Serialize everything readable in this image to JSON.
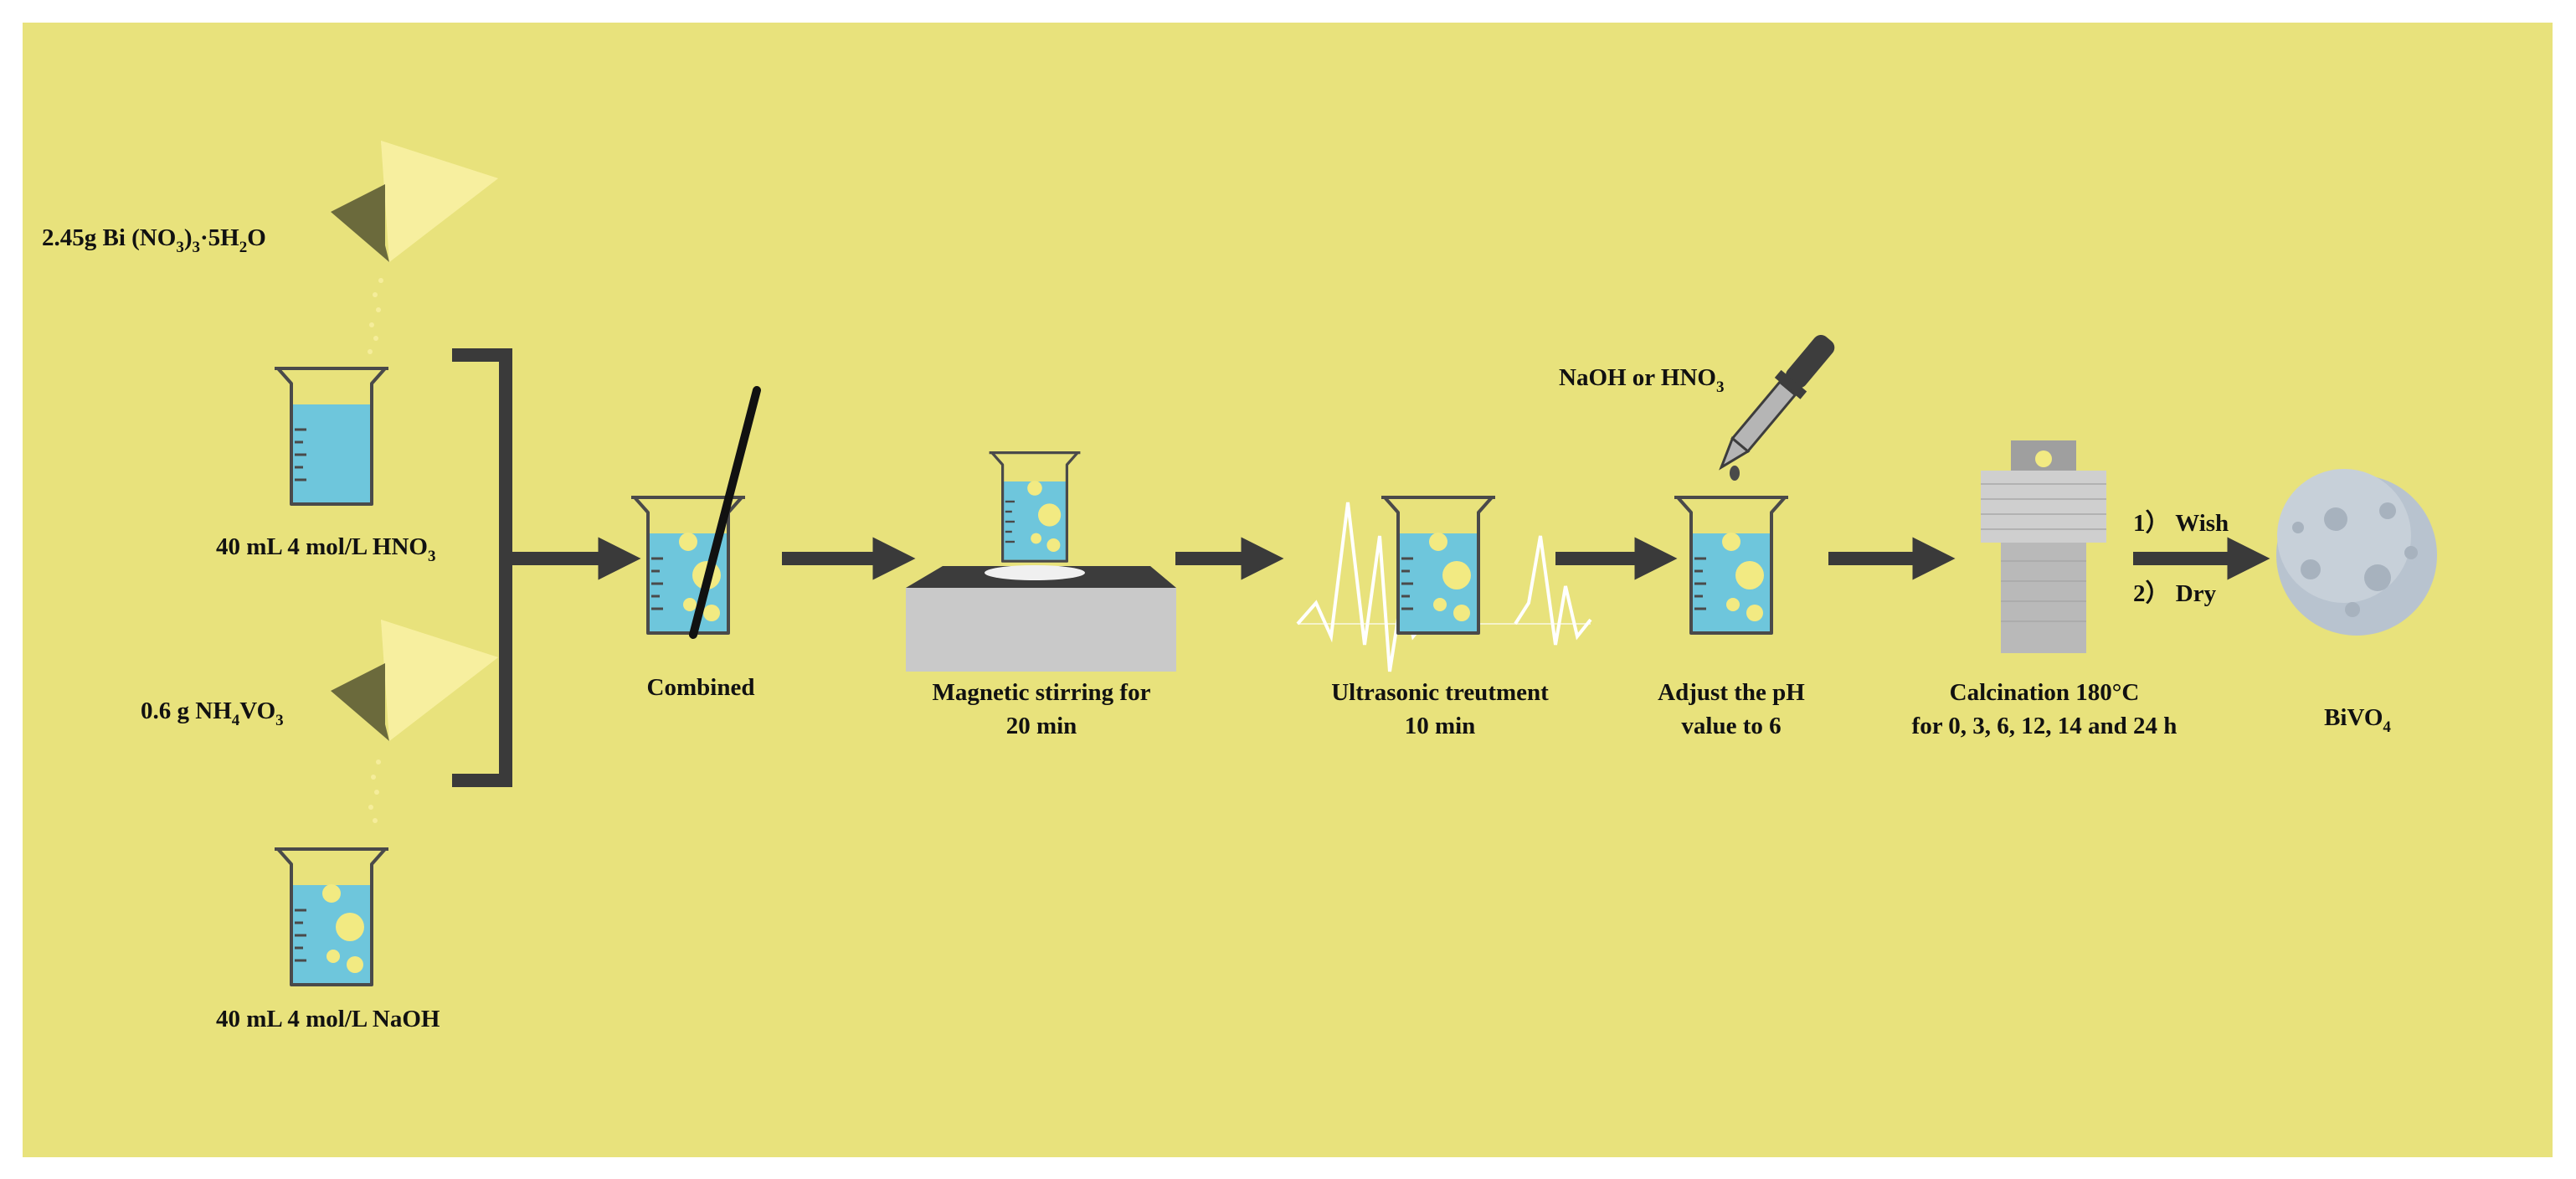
{
  "colors": {
    "background": "#e8e27c",
    "liquid": "#6ec6dc",
    "bubble": "#f2ea82",
    "arrow": "#3a3a3a",
    "funnel": "#f7ef9f",
    "funnel_tip": "#6b6a3c"
  },
  "icons": [
    "beaker-icon",
    "funnel-icon",
    "stir-rod-icon",
    "magnetic-stirrer-icon",
    "ultrasonic-wave-icon",
    "dropper-icon",
    "autoclave-icon",
    "bivo4-particle-icon",
    "arrow-icon"
  ],
  "reagents": {
    "bi_salt": {
      "main": "2.45g Bi (NO",
      "sub1": "3",
      "mid": ")",
      "sub2": "3",
      "tail": "·5H",
      "sub3": "2",
      "end": "O"
    },
    "hno3_solution": {
      "main": "40 mL 4 mol/L HNO",
      "sub": "3"
    },
    "nh4vo3": {
      "pre": "0.6 g NH",
      "sub1": "4",
      "mid": "VO",
      "sub2": "3"
    },
    "naoh_solution": "40 mL 4 mol/L NaOH"
  },
  "steps": {
    "combined": "Combined",
    "stirring": {
      "line1": "Magnetic stirring for",
      "line2": "20 min"
    },
    "ultrasonic": {
      "line1": "Ultrasonic treutment",
      "line2": "10 min"
    },
    "ph_reagent": {
      "main": "NaOH or HNO",
      "sub": "3"
    },
    "adjust_ph": {
      "line1": "Adjust the pH",
      "line2": "value to 6"
    },
    "calcination": {
      "line1": "Calcination 180°C",
      "line2": "for 0, 3, 6, 12, 14 and 24 h"
    },
    "post_treatment": {
      "step1": "1） Wish",
      "step2": "2） Dry"
    },
    "product": {
      "main": "BiVO",
      "sub": "4"
    }
  }
}
